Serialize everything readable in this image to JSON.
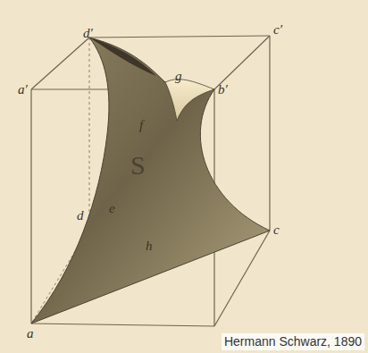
{
  "diagram": {
    "caption": "Hermann Schwarz, 1890",
    "labels": [
      "d′",
      "c′",
      "a′",
      "b′",
      "g",
      "S",
      "f",
      "e",
      "d",
      "c",
      "h",
      "a"
    ]
  }
}
